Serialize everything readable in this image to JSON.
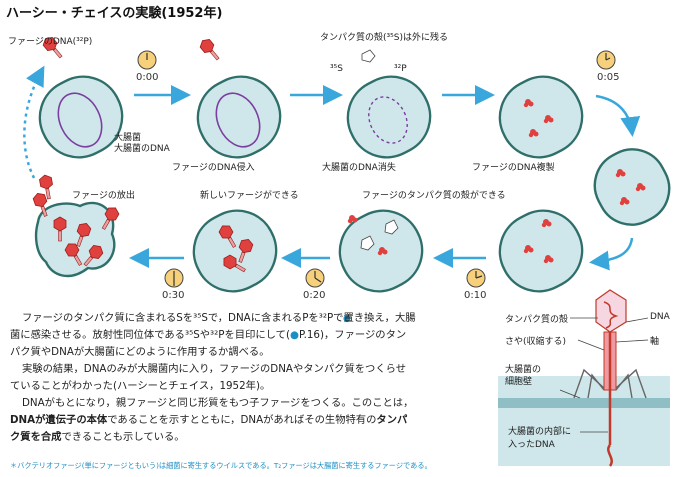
{
  "title": "ハーシー・チェイスの実験(1952年)",
  "steps": {
    "s1_phage_dna": "ファージのDNA(³²P)",
    "s1_time": "0:00",
    "s1_ecoli": "大腸菌",
    "s1_ecoli_dna": "大腸菌のDNA",
    "s2_caption": "ファージのDNA侵入",
    "s3_shell": "タンパク質の殻(³⁵S)は外に残る",
    "s3_35s": "³⁵S",
    "s3_32p": "³²P",
    "s3_caption": "大腸菌のDNA消失",
    "s4_time": "0:05",
    "s4_caption": "ファージのDNA複製",
    "s6_caption": "ファージのタンパク質の殻ができる",
    "s6_time": "0:10",
    "s7_caption": "新しいファージができる",
    "s7_time": "0:20",
    "s8_caption": "ファージの放出",
    "s8_time": "0:30"
  },
  "text": {
    "p1a": "ファージのタンパク質に含まれるSを³⁵Sで，DNAに含まれるPを³²Pで置き換え，大腸",
    "p1b": "菌に感染させる。放射性同位体である³⁵Sや³²Pを目印にして",
    "p1ref": "P.16",
    "p1c": "，ファージのタン",
    "p1d": "パク質やDNAが大腸菌にどのように作用するか調べる。",
    "p2a": "実験の結果，DNAのみが大腸菌内に入り，ファージのDNAやタンパク質をつくらせ",
    "p2b": "ていることがわかった(ハーシーとチェイス，1952年)。",
    "p3a": "DNAがもとになり，親ファージと同じ形質をもつ子ファージをつくる。このことは，",
    "p3b1": "DNAが遺伝子の本体",
    "p3b2": "であることを示すとともに，DNAがあればその生物特有の",
    "p3b3": "タンパ",
    "p3c1": "ク質を合成",
    "p3c2": "できることも示している。"
  },
  "phage_labels": {
    "shell": "タンパク質の殻",
    "dna": "DNA",
    "sheath": "さや(収縮する)",
    "axis": "軸",
    "wall": "大腸菌の",
    "wall2": "細胞壁",
    "inside": "大腸菌の内部に",
    "inside2": "入ったDNA"
  },
  "footnote": "＊バクテリオファージ(単にファージともいう)は細菌に寄生するウイルスである。T₂ファージは大腸菌に寄生するファージである。",
  "colors": {
    "cell_fill": "#cfe7ea",
    "cell_stroke": "#2f6f6a",
    "arrow": "#3aa7dc",
    "phage_red": "#e0413e",
    "dna_purple": "#7b3fa0",
    "clock_face": "#f6d07a"
  }
}
